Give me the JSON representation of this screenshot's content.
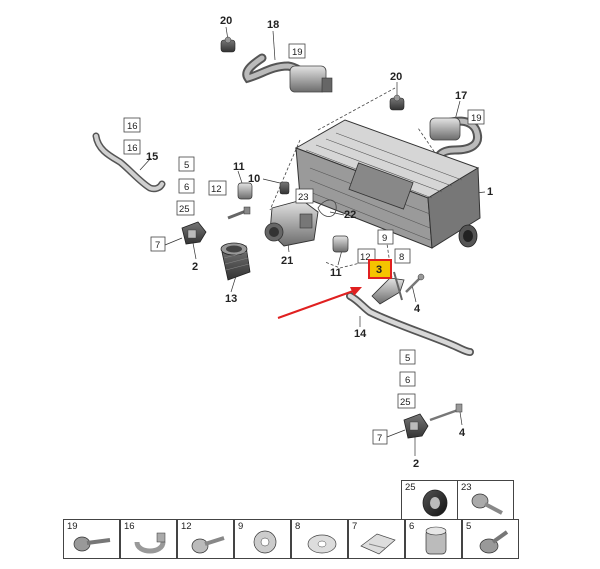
{
  "labels": {
    "p1": "1",
    "p2a": "2",
    "p2b": "2",
    "p3": "3",
    "p4a": "4",
    "p4b": "4",
    "p7a": "7",
    "p7b": "7",
    "p10": "10",
    "p11a": "11",
    "p11b": "11",
    "p13": "13",
    "p14": "14",
    "p15": "15",
    "p17": "17",
    "p18": "18",
    "p20a": "20",
    "p20b": "20",
    "p21": "21",
    "p22": "22"
  },
  "boxed": {
    "b19a": "19",
    "b19b": "19",
    "b16a": "16",
    "b16b": "16",
    "b5a": "5",
    "b6a": "6",
    "b25a": "25",
    "b12a": "12",
    "b12b": "12",
    "b23": "23",
    "b9": "9",
    "b8": "8",
    "b5b": "5",
    "b6b": "6",
    "b25b": "25"
  },
  "highlight": {
    "label": "3",
    "color": "#f5c400",
    "border": "#e02020"
  },
  "arrow_color": "#e02020",
  "legend": {
    "top": [
      "25",
      "23"
    ],
    "bottom": [
      "19",
      "16",
      "12",
      "9",
      "8",
      "7",
      "6",
      "5"
    ]
  }
}
